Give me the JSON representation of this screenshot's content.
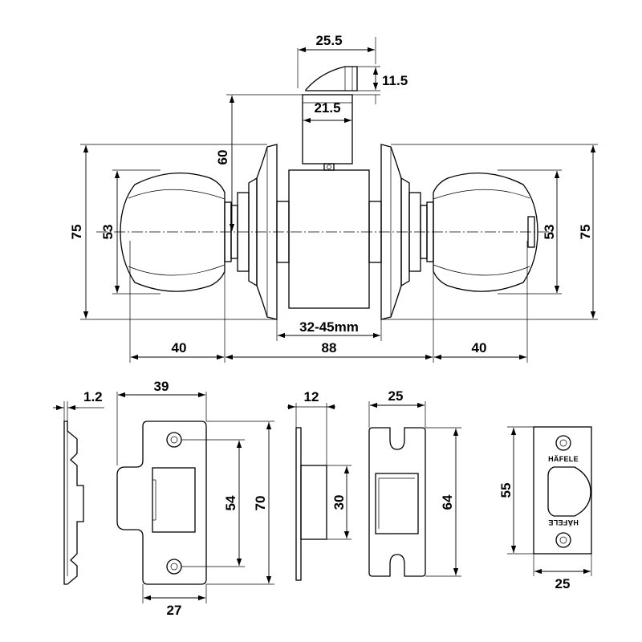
{
  "dimensions": {
    "latch_width": "25.5",
    "latch_height": "11.5",
    "latch_body": "21.5",
    "backset": "60",
    "rose_diameter_left": "75",
    "knob_diameter_left": "53",
    "knob_diameter_right": "53",
    "rose_diameter_right": "75",
    "door_thickness": "32-45mm",
    "knob_length_left": "40",
    "overall_center": "88",
    "knob_length_right": "40",
    "faceplate_thickness": "1.2",
    "strike_width": "39",
    "strike_hole_spacing": "54",
    "strike_height": "70",
    "strike_bottom_width": "27",
    "latch_depth": "12",
    "latch_face_height": "30",
    "faceplate_width": "25",
    "faceplate_height": "64",
    "small_plate_height": "55",
    "small_plate_width": "25"
  },
  "brand": {
    "name": "HÄFELE"
  }
}
